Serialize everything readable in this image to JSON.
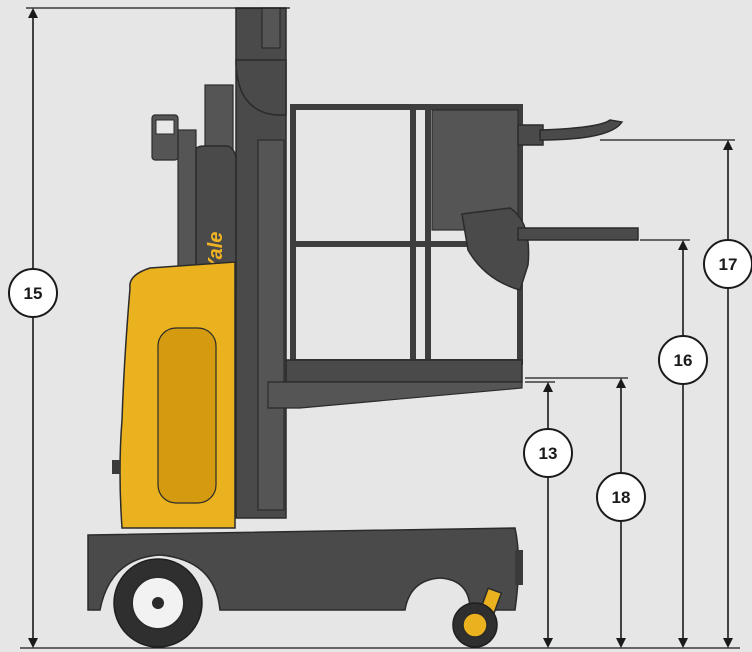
{
  "figure": {
    "brand_logo": "Yale",
    "dimension_labels": {
      "d13": "13",
      "d15": "15",
      "d16": "16",
      "d17": "17",
      "d18": "18"
    },
    "colors": {
      "truck_body": "#4a4a4a",
      "counterweight_yellow": "#eab21f",
      "background": "#e6e6e6",
      "dimension_lines": "#1a1a1a"
    }
  }
}
